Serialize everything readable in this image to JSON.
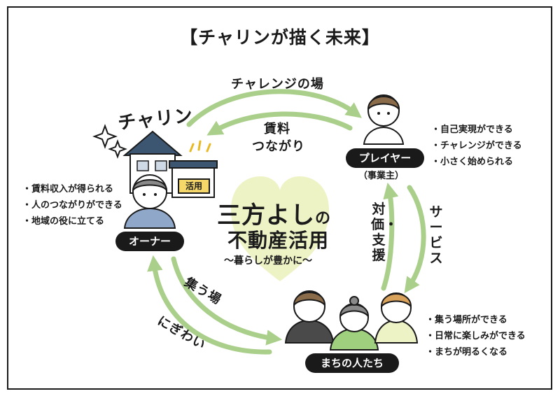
{
  "title": "【チャリンが描く未来】",
  "brand": "チャリン",
  "owner": {
    "label": "オーナー",
    "sign": "活用",
    "benefits": [
      "・賃料収入が得られる",
      "・人のつながりができる",
      "・地域の役に立てる"
    ]
  },
  "player": {
    "label": "プレイヤー",
    "sublabel": "（事業主）",
    "benefits": [
      "・自己実現ができる",
      "・チャレンジができる",
      "・小さく始められる"
    ]
  },
  "community": {
    "label": "まちの人たち",
    "benefits": [
      "・集う場所ができる",
      "・日常に楽しみができる",
      "・まちが明るくなる"
    ]
  },
  "flows": {
    "owner_to_player": "チャレンジの場",
    "player_to_owner_1": "賃料",
    "player_to_owner_2": "つながり",
    "player_to_community": "サービス",
    "community_to_player": "対価・支援",
    "owner_to_community": "集う場",
    "community_to_owner": "にぎわい"
  },
  "center": {
    "line1_main": "三方よし",
    "line1_particle": "の",
    "line2": "不動産活用",
    "line3": "～暮らしが豊かに～"
  },
  "colors": {
    "arrow": "#a9cf8a",
    "heart": "#eef3c6",
    "pill": "#1a1a1a",
    "house_roof": "#3c5672",
    "sign": "#f6d86a",
    "owner_shirt": "#8fa7c9",
    "community_shirt_left": "#4a4a4a",
    "community_shirt_mid": "#9fd07e",
    "community_shirt_right": "#eef3c6"
  }
}
